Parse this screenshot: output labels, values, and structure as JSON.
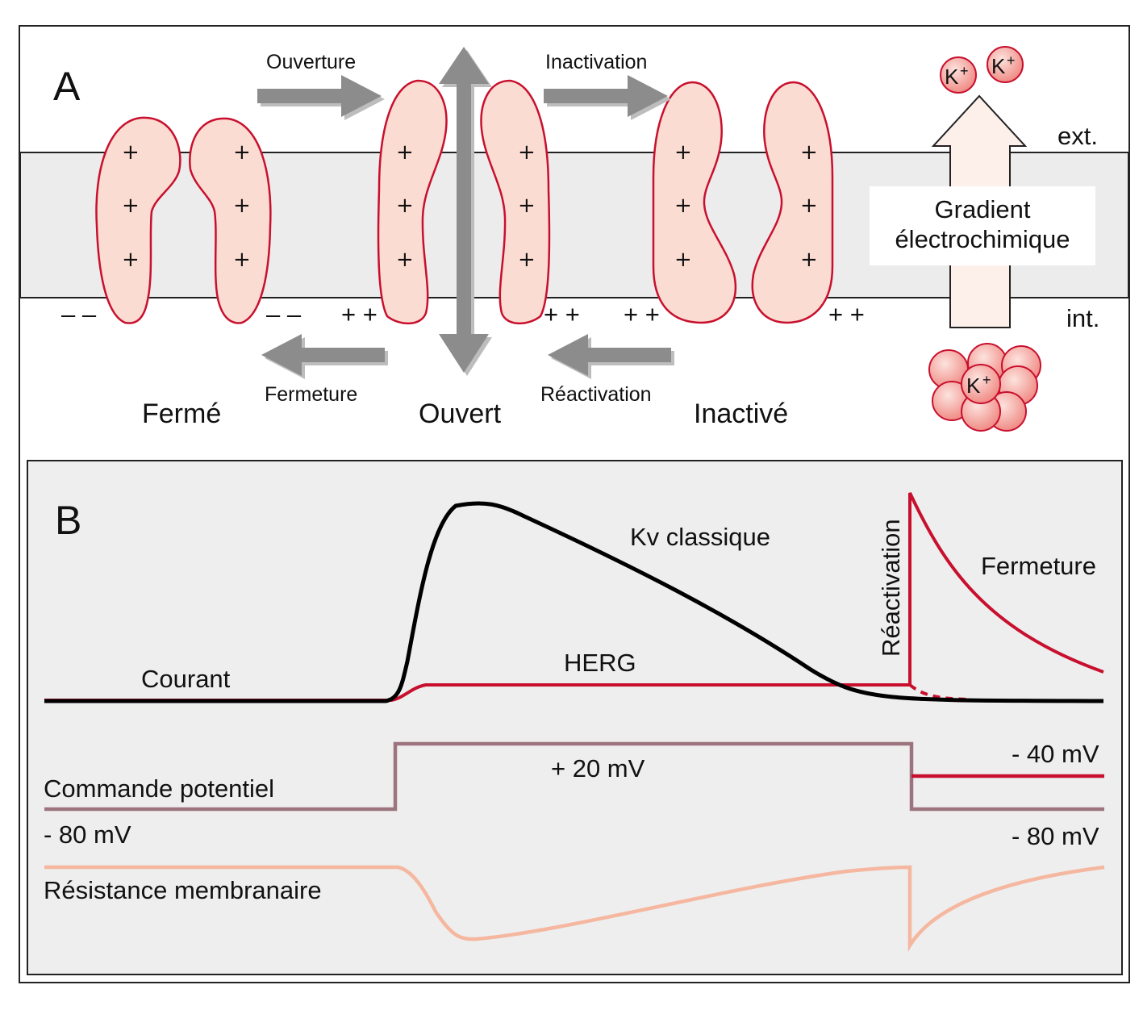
{
  "panel_a": {
    "letter": "A",
    "labels": {
      "ext": "ext.",
      "int": "int.",
      "gradient_line1": "Gradient",
      "gradient_line2": "électrochimique"
    },
    "transitions": {
      "opening": "Ouverture",
      "closing": "Fermeture",
      "inactivation": "Inactivation",
      "reactivation": "Réactivation"
    },
    "states": {
      "closed": "Fermé",
      "open": "Ouvert",
      "inactivated": "Inactivé"
    },
    "charges": {
      "plus": "+",
      "plus_pair": "+ +",
      "minus_pair": "– –"
    },
    "ion": {
      "symbol": "K",
      "charge": "+"
    }
  },
  "panel_b": {
    "letter": "B",
    "labels": {
      "current": "Courant",
      "kv": "Kv classique",
      "herg": "HERG",
      "reactivation": "Réactivation",
      "closing": "Fermeture",
      "command": "Commande potentiel",
      "v_hold": "- 80 mV",
      "v_step": "+ 20 mV",
      "v_test_1": "- 40 mV",
      "v_test_2": "- 80 mV",
      "resistance": "Résistance membranaire"
    }
  },
  "colors": {
    "membrane": "#ececec",
    "channel_fill": "#fbdcd2",
    "channel_stroke": "#c8102e",
    "arrow": "#8c8c8c",
    "arrow_shadow": "#bdbdbd",
    "herg": "#c8102e",
    "kv": "#000000",
    "command": "#9c7480",
    "resistance": "#f5b79f",
    "ion_fill": "#f6a7a0",
    "panel_b_bg": "#eeeeee",
    "gradient_arrow": "#fdf0ea"
  }
}
